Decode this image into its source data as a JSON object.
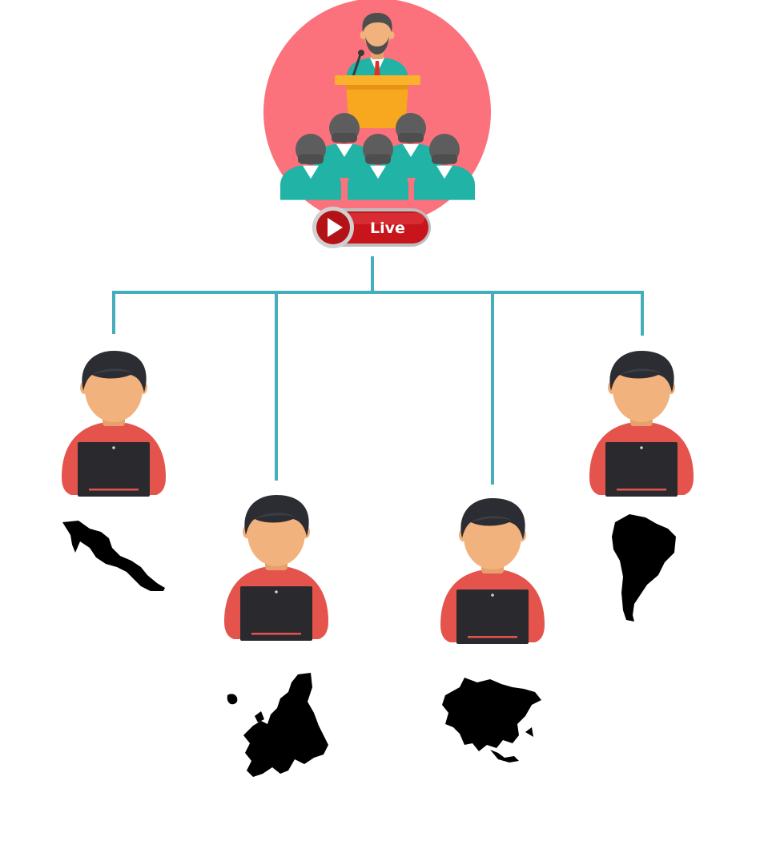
{
  "colors": {
    "connector": "#46adbb",
    "presenter_circle": "#fb727c",
    "podium": "#fbb12b",
    "suit_teal": "#21b3a5",
    "audience_hair": "#5d5d5d",
    "viewer_hair": "#2b2d33",
    "viewer_skin": "#f2b27d",
    "viewer_shirt": "#e4544c",
    "laptop": "#2a2a2e",
    "live_red": "#c8151c",
    "map_silhouette": "#000000"
  },
  "presenter": {
    "live_badge": {
      "label": "Live",
      "icon": "play-icon"
    }
  },
  "viewers": [
    {
      "region": "mexico",
      "icon": "mexico-map-icon"
    },
    {
      "region": "europe",
      "icon": "europe-map-icon"
    },
    {
      "region": "asia",
      "icon": "asia-map-icon"
    },
    {
      "region": "south-america",
      "icon": "south-america-map-icon"
    }
  ]
}
